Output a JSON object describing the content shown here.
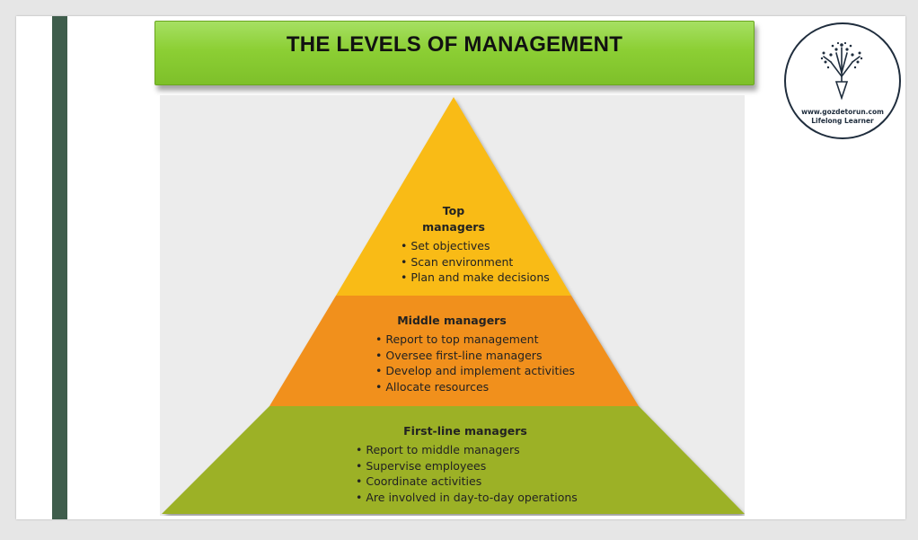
{
  "title": "THE LEVELS OF MANAGEMENT",
  "logo": {
    "url": "www.gozdetorun.com",
    "tagline": "Lifelong Learner"
  },
  "colors": {
    "sidebar": "#3f5d4c",
    "title_banner": "#8ccf34",
    "top_tier": "#f9bb14",
    "middle_tier": "#f1901f",
    "bottom_tier": "#9cb128"
  },
  "pyramid": {
    "top": {
      "heading_line1": "Top",
      "heading_line2": "managers",
      "items": [
        "Set objectives",
        "Scan environment",
        "Plan and make decisions"
      ]
    },
    "middle": {
      "heading": "Middle managers",
      "items": [
        "Report to top management",
        "Oversee first-line managers",
        "Develop and implement activities",
        "Allocate resources"
      ]
    },
    "bottom": {
      "heading": "First-line managers",
      "items": [
        "Report to middle managers",
        "Supervise employees",
        "Coordinate activities",
        "Are involved in day-to-day operations"
      ]
    }
  }
}
